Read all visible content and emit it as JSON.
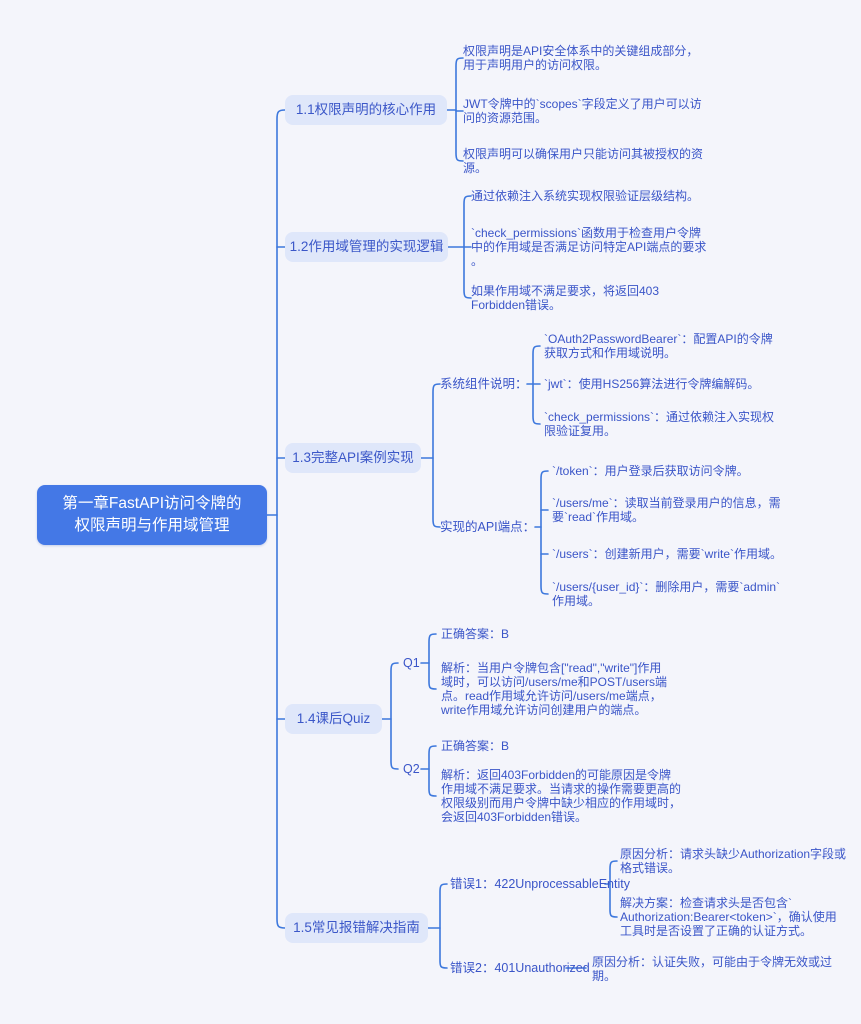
{
  "root": {
    "label": "第一章FastAPI访问令牌的\n权限声明与作用域管理"
  },
  "branches": [
    {
      "label": "1.1权限声明的核心作用",
      "leaves": [
        "权限声明是API安全体系中的关键组成部分，\n用于声明用户的访问权限。",
        "JWT令牌中的`scopes`字段定义了用户可以访\n问的资源范围。",
        "权限声明可以确保用户只能访问其被授权的资\n源。"
      ]
    },
    {
      "label": "1.2作用域管理的实现逻辑",
      "leaves": [
        "通过依赖注入系统实现权限验证层级结构。",
        "`check_permissions`函数用于检查用户令牌\n中的作用域是否满足访问特定API端点的要求\n。",
        "如果作用域不满足要求，将返回403\nForbidden错误。"
      ]
    },
    {
      "label": "1.3完整API案例实现",
      "groups": [
        {
          "label": "系统组件说明：",
          "leaves": [
            "`OAuth2PasswordBearer`：配置API的令牌\n获取方式和作用域说明。",
            "`jwt`：使用HS256算法进行令牌编解码。",
            "`check_permissions`：通过依赖注入实现权\n限验证复用。"
          ]
        },
        {
          "label": "实现的API端点：",
          "leaves": [
            "`/token`：用户登录后获取访问令牌。",
            "`/users/me`：读取当前登录用户的信息，需\n要`read`作用域。",
            "`/users`：创建新用户，需要`write`作用域。",
            "`/users/{user_id}`：删除用户，需要`admin`\n作用域。"
          ]
        }
      ]
    },
    {
      "label": "1.4课后Quiz",
      "questions": [
        {
          "label": "Q1",
          "answer": "正确答案：B",
          "analysis": "解析：当用户令牌包含[\"read\",\"write\"]作用\n域时，可以访问/users/me和POST/users端\n点。read作用域允许访问/users/me端点，\nwrite作用域允许访问创建用户的端点。"
        },
        {
          "label": "Q2",
          "answer": "正确答案：B",
          "analysis": "解析：返回403Forbidden的可能原因是令牌\n作用域不满足要求。当请求的操作需要更高的\n权限级别而用户令牌中缺少相应的作用域时，\n会返回403Forbidden错误。"
        }
      ]
    },
    {
      "label": "1.5常见报错解决指南",
      "errors": [
        {
          "label": "错误1：422UnprocessableEntity",
          "leaves": [
            "原因分析：请求头缺少Authorization字段或\n格式错误。",
            "解决方案：检查请求头是否包含`\nAuthorization:Bearer<token>`，确认使用\n工具时是否设置了正确的认证方式。"
          ]
        },
        {
          "label": "错误2：401Unauthorized",
          "leaves": [
            "原因分析：认证失败，可能由于令牌无效或过\n期。"
          ]
        }
      ]
    }
  ],
  "colors": {
    "background": "#f4f5fb",
    "root_fill": "#4478e6",
    "root_text": "#ffffff",
    "branch_fill": "#dfe7fa",
    "branch_text": "#3b57c8",
    "leaf_text": "#3a55c8",
    "connector": "#3d78dd"
  }
}
